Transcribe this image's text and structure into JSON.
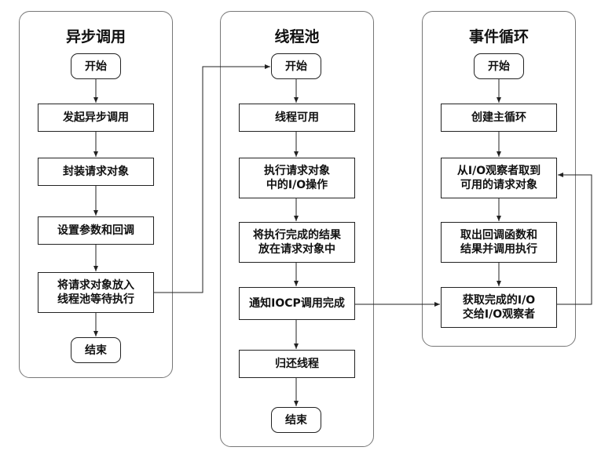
{
  "lanes": {
    "async": {
      "title": "异步调用",
      "start": "开始",
      "step1": "发起异步调用",
      "step2": "封装请求对象",
      "step3": "设置参数和回调",
      "step4": "将请求对象放入\n线程池等待执行",
      "end": "结束"
    },
    "pool": {
      "title": "线程池",
      "start": "开始",
      "step1": "线程可用",
      "step2": "执行请求对象\n中的I/O操作",
      "step3": "将执行完成的结果\n放在请求对象中",
      "step4": "通知IOCP调用完成",
      "step5": "归还线程",
      "end": "结束"
    },
    "loop": {
      "title": "事件循环",
      "start": "开始",
      "step1": "创建主循环",
      "step2": "从I/O观察者取到\n可用的请求对象",
      "step3": "取出回调函数和\n结果并调用执行",
      "step4": "获取完成的I/O\n交给I/O观察者"
    }
  }
}
